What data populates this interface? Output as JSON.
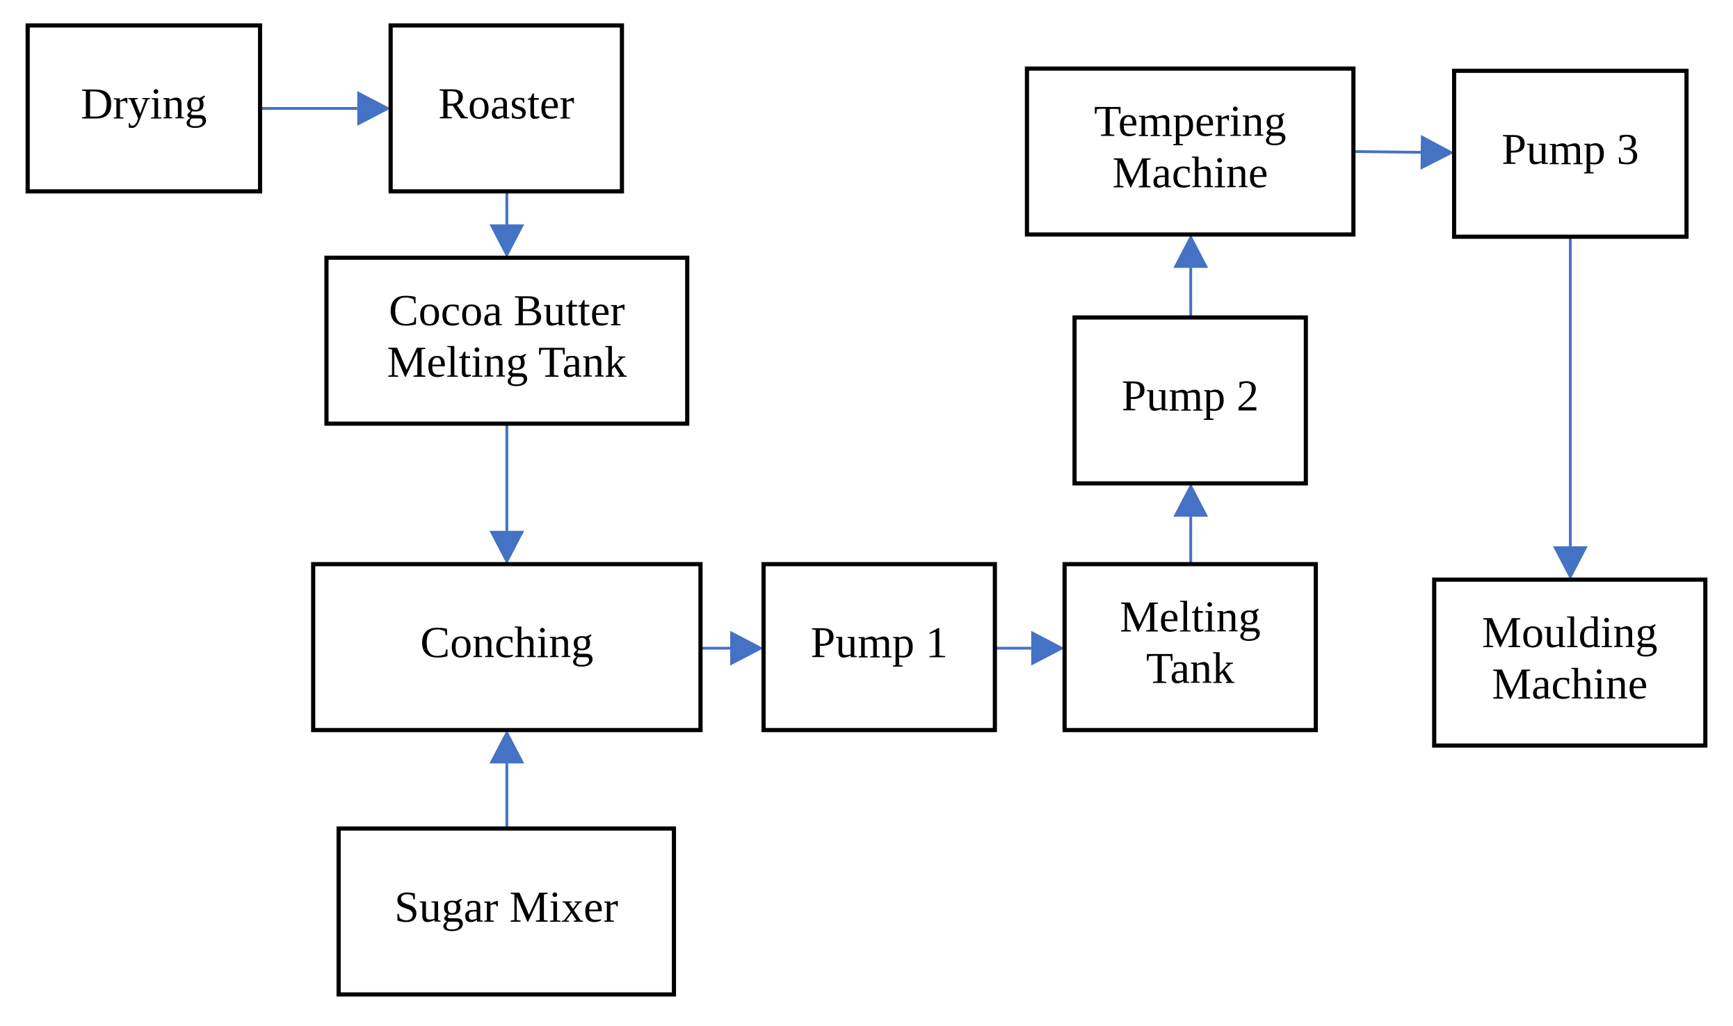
{
  "diagram": {
    "nodes": [
      {
        "id": "drying",
        "lines": [
          "Drying"
        ]
      },
      {
        "id": "roaster",
        "lines": [
          "Roaster"
        ]
      },
      {
        "id": "cocoa-butter-melting-tank",
        "lines": [
          "Cocoa Butter",
          "Melting Tank"
        ]
      },
      {
        "id": "conching",
        "lines": [
          "Conching"
        ]
      },
      {
        "id": "sugar-mixer",
        "lines": [
          "Sugar Mixer"
        ]
      },
      {
        "id": "pump-1",
        "lines": [
          "Pump 1"
        ]
      },
      {
        "id": "melting-tank",
        "lines": [
          "Melting",
          "Tank"
        ]
      },
      {
        "id": "pump-2",
        "lines": [
          "Pump 2"
        ]
      },
      {
        "id": "tempering-machine",
        "lines": [
          "Tempering",
          "Machine"
        ]
      },
      {
        "id": "pump-3",
        "lines": [
          "Pump 3"
        ]
      },
      {
        "id": "moulding-machine",
        "lines": [
          "Moulding",
          "Machine"
        ]
      }
    ],
    "edges": [
      {
        "from": "drying",
        "to": "roaster"
      },
      {
        "from": "roaster",
        "to": "cocoa-butter-melting-tank"
      },
      {
        "from": "cocoa-butter-melting-tank",
        "to": "conching"
      },
      {
        "from": "sugar-mixer",
        "to": "conching"
      },
      {
        "from": "conching",
        "to": "pump-1"
      },
      {
        "from": "pump-1",
        "to": "melting-tank"
      },
      {
        "from": "melting-tank",
        "to": "pump-2"
      },
      {
        "from": "pump-2",
        "to": "tempering-machine"
      },
      {
        "from": "tempering-machine",
        "to": "pump-3"
      },
      {
        "from": "pump-3",
        "to": "moulding-machine"
      }
    ],
    "colors": {
      "arrow": "#4472C4",
      "box_border": "#000000",
      "background": "#ffffff"
    }
  }
}
